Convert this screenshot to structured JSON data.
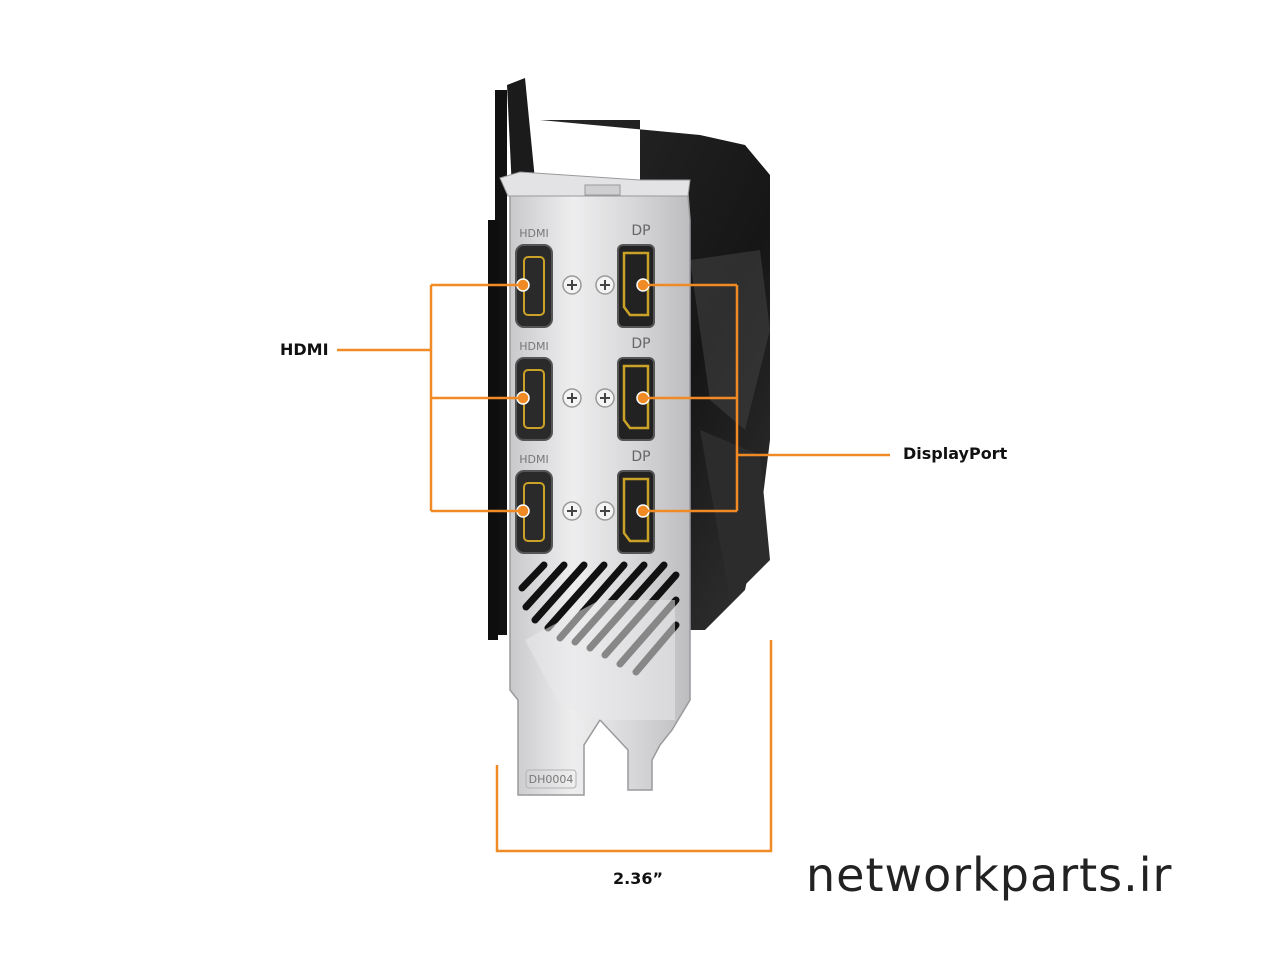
{
  "callouts": {
    "hdmi": "HDMI",
    "displayport": "DisplayPort",
    "dimension": "2.36”"
  },
  "ports": {
    "hdmi_engraving": "HDMI",
    "dp_engraving": "DP",
    "count_hdmi": 3,
    "count_dp": 3
  },
  "bracket_marking": "DH0004",
  "watermark": "networkparts.ir",
  "colors": {
    "accent": "#F08A24",
    "bracket": "#D9D9DB",
    "shroud": "#1E1E1E",
    "port_gold": "#C9A227"
  }
}
